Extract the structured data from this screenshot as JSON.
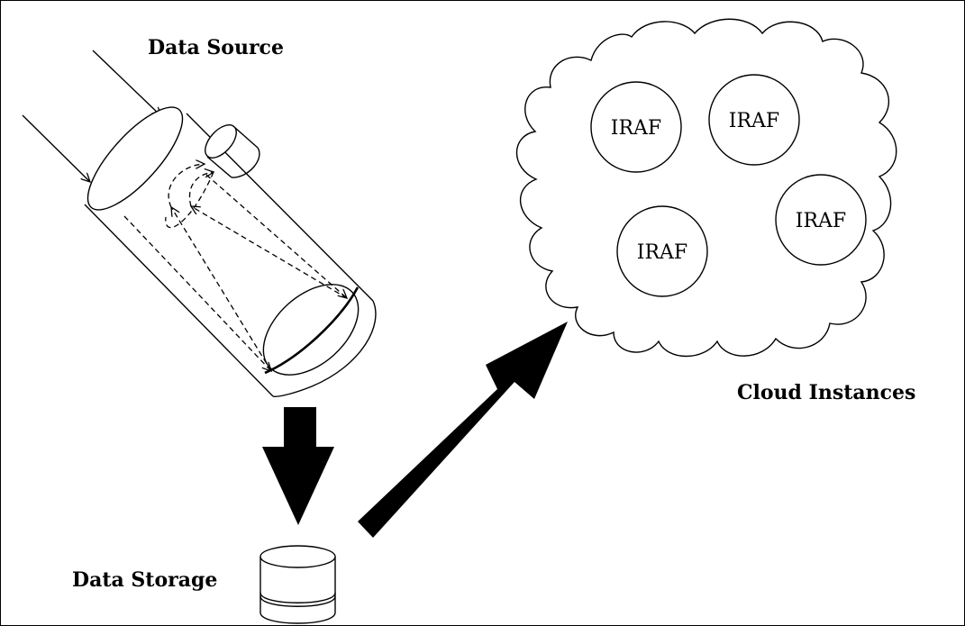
{
  "labels": {
    "data_source": "Data Source",
    "data_storage": "Data Storage",
    "cloud_instances": "Cloud Instances"
  },
  "cloud_nodes": [
    {
      "label": "IRAF"
    },
    {
      "label": "IRAF"
    },
    {
      "label": "IRAF"
    },
    {
      "label": "IRAF"
    }
  ],
  "colors": {
    "stroke": "#000000",
    "background": "#ffffff"
  }
}
